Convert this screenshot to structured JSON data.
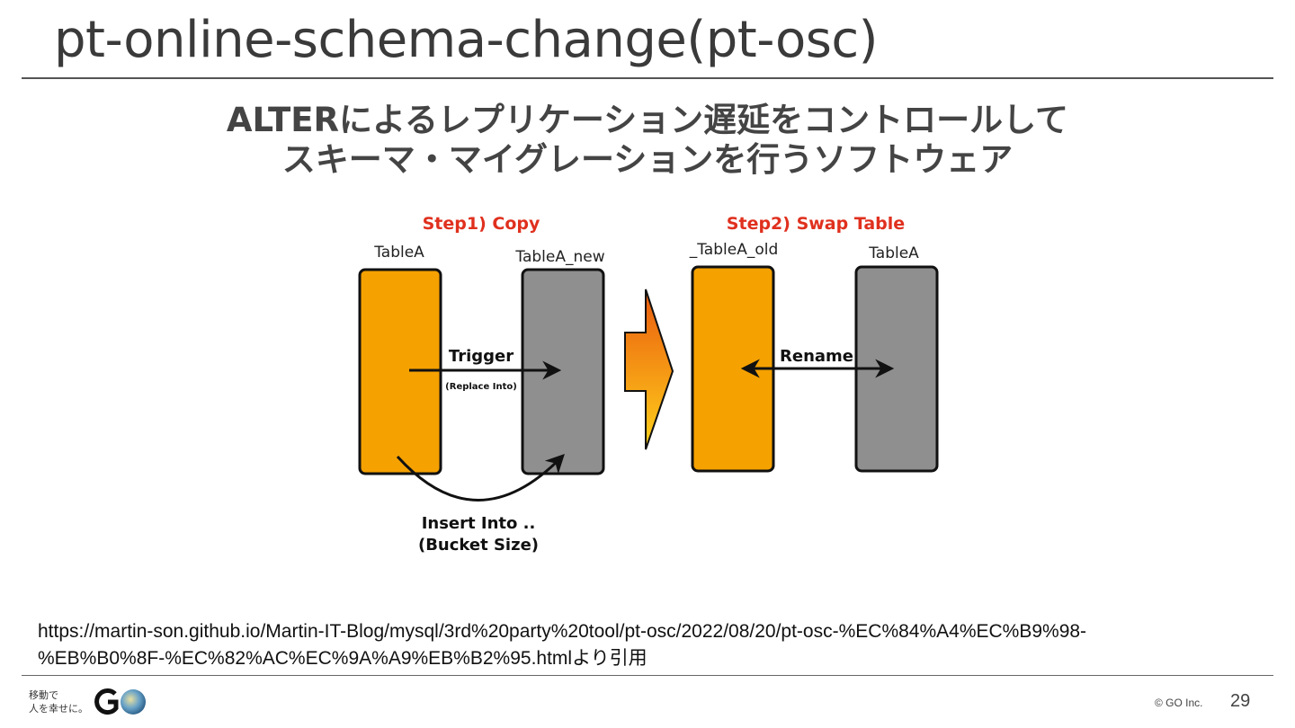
{
  "slide": {
    "title": "pt-online-schema-change(pt-osc)",
    "subtitle_line1": "ALTERによるレプリケーション遅延をコントロールして",
    "subtitle_line2": "スキーマ・マイグレーションを行うソフトウェア",
    "source_line1": "https://martin-son.github.io/Martin-IT-Blog/mysql/3rd%20party%20tool/pt-osc/2022/08/20/pt-osc-%EC%84%A4%EC%B9%98-",
    "source_line2": "%EB%B0%8F-%EC%82%AC%EC%9A%A9%EB%B2%95.htmlより引用",
    "copyright": "© GO Inc.",
    "page_number": "29"
  },
  "logo": {
    "tagline_line1": "移動で",
    "tagline_line2": "人を幸せに。",
    "mark_text": "GO"
  },
  "diagram": {
    "step1_title": "Step1) Copy",
    "step2_title": "Step2) Swap Table",
    "table_a": "TableA",
    "table_a_new": "TableA_new",
    "table_a_old": "_TableA_old",
    "table_a_2": "TableA",
    "trigger_label": "Trigger",
    "trigger_sub": "(Replace Into)",
    "insert_label_1": "Insert Into ..",
    "insert_label_2": "(Bucket Size)",
    "rename_label": "Rename",
    "colors": {
      "orange": "#f5a100",
      "gray": "#8f8f8f",
      "step_title": "#e0301e",
      "arrow_top": "#ea5a0f",
      "arrow_bottom": "#ffd21a"
    }
  }
}
